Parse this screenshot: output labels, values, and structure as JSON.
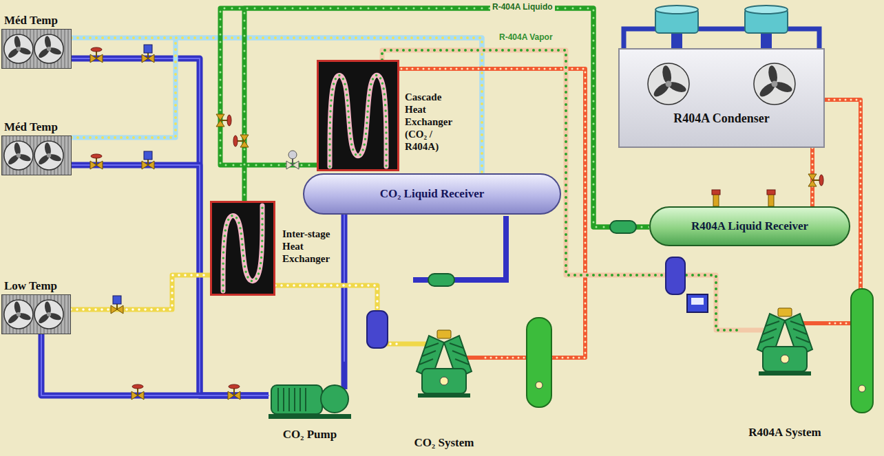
{
  "diagram": {
    "nodes": [
      {
        "text": [
          "Méd Temp"
        ]
      },
      {
        "text": [
          "Méd Temp"
        ]
      },
      {
        "text": [
          "Cascade Heat Exchanger (CO₂ / R404A)"
        ]
      },
      {
        "text": [
          "R404A Condenser"
        ]
      },
      {
        "text": [
          "CO₂ Liquid Receiver"
        ]
      },
      {
        "text": [
          "R404A Liquid Receiver"
        ]
      },
      {
        "text": [
          "Inter-stage Heat Exchanger"
        ]
      },
      {
        "text": [
          "Low Temp"
        ]
      },
      {
        "text": [
          "CO₂ Pump"
        ]
      },
      {
        "text": [
          "CO₂ System"
        ]
      },
      {
        "text": [
          "R404A System"
        ]
      }
    ],
    "edges": [
      {
        "from": 8,
        "to": 0,
        "arrow": "none"
      },
      {
        "from": 8,
        "to": 1,
        "arrow": "none"
      },
      {
        "from": 8,
        "to": 7,
        "arrow": "none"
      },
      {
        "from": 4,
        "to": 8,
        "arrow": "none"
      },
      {
        "from": 0,
        "to": 4,
        "arrow": "none"
      },
      {
        "from": 1,
        "to": 4,
        "arrow": "none"
      },
      {
        "from": 7,
        "to": 6,
        "arrow": "none"
      },
      {
        "from": 6,
        "to": 9,
        "arrow": "none"
      },
      {
        "from": 9,
        "to": 2,
        "arrow": "none"
      },
      {
        "from": 2,
        "to": 10,
        "arrow": "none",
        "label": "R-404A Vapor"
      },
      {
        "from": 10,
        "to": 3,
        "arrow": "none"
      },
      {
        "from": 3,
        "to": 5,
        "arrow": "none"
      },
      {
        "from": 5,
        "to": 2,
        "arrow": "none",
        "label": "R-404A Liquido"
      },
      {
        "from": 5,
        "to": 6,
        "arrow": "none"
      }
    ]
  }
}
